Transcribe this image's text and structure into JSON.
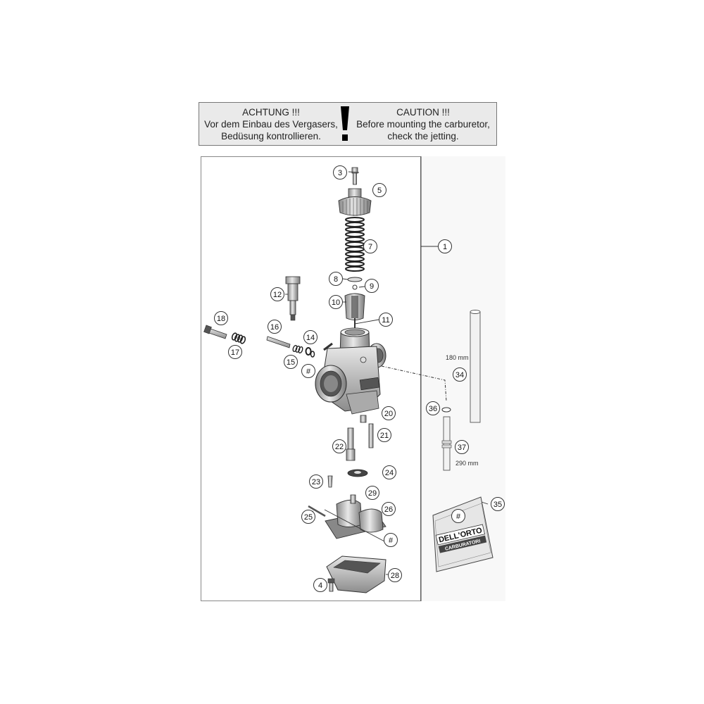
{
  "warning": {
    "de_lines": [
      "ACHTUNG !!!",
      "Vor dem Einbau des Vergasers,",
      "Bedüsung kontrollieren."
    ],
    "en_lines": [
      "CAUTION !!!",
      "Before mounting the carburetor,",
      "check the jetting."
    ]
  },
  "dimensions": {
    "tube_short": "180 mm",
    "tube_long": "290 mm"
  },
  "callouts": [
    {
      "id": "c1",
      "label": "1"
    },
    {
      "id": "c3",
      "label": "3"
    },
    {
      "id": "c4",
      "label": "4"
    },
    {
      "id": "c5",
      "label": "5"
    },
    {
      "id": "c7",
      "label": "7"
    },
    {
      "id": "c8",
      "label": "8"
    },
    {
      "id": "c9",
      "label": "9"
    },
    {
      "id": "c10",
      "label": "10"
    },
    {
      "id": "c11",
      "label": "11"
    },
    {
      "id": "c12",
      "label": "12"
    },
    {
      "id": "c14",
      "label": "14"
    },
    {
      "id": "c15",
      "label": "15"
    },
    {
      "id": "c16",
      "label": "16"
    },
    {
      "id": "c17",
      "label": "17"
    },
    {
      "id": "c18",
      "label": "18"
    },
    {
      "id": "c20",
      "label": "20"
    },
    {
      "id": "c21",
      "label": "21"
    },
    {
      "id": "c22",
      "label": "22"
    },
    {
      "id": "c23",
      "label": "23"
    },
    {
      "id": "c24",
      "label": "24"
    },
    {
      "id": "c25",
      "label": "25"
    },
    {
      "id": "c26",
      "label": "26"
    },
    {
      "id": "c28",
      "label": "28"
    },
    {
      "id": "c29",
      "label": "29"
    },
    {
      "id": "c34",
      "label": "34"
    },
    {
      "id": "c35",
      "label": "35"
    },
    {
      "id": "c36",
      "label": "36"
    },
    {
      "id": "c37",
      "label": "37"
    },
    {
      "id": "h1",
      "label": "#"
    },
    {
      "id": "h2",
      "label": "#"
    },
    {
      "id": "h3",
      "label": "#"
    }
  ],
  "kit_bag": {
    "brand": "DELL'ORTO",
    "label_text": "CARBURATORI"
  },
  "colors": {
    "line": "#333333",
    "part_fill": "#cfcfcf",
    "part_dark": "#555555",
    "warning_bg": "#eaeaea"
  }
}
